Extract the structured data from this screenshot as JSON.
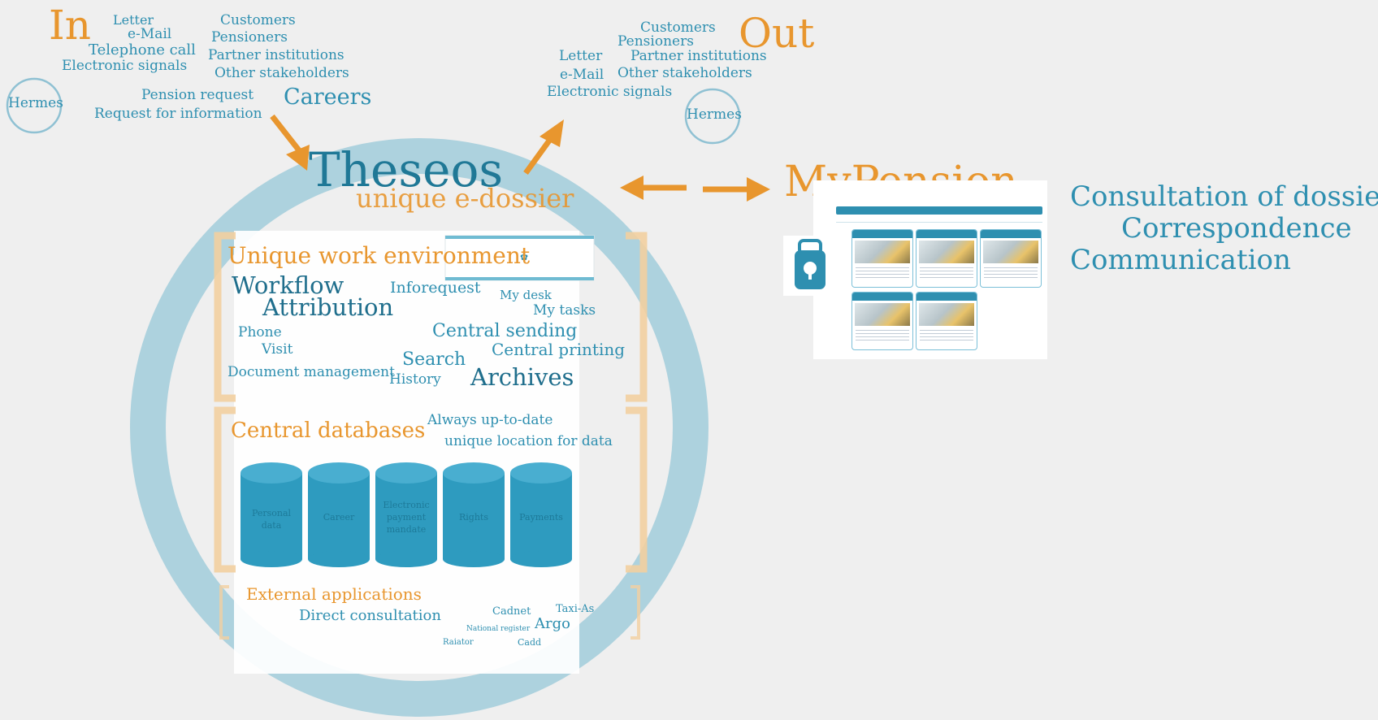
{
  "in_section": {
    "title": "In",
    "channels": [
      "Letter",
      "e-Mail",
      "Telephone call",
      "Electronic signals"
    ],
    "senders": [
      "Customers",
      "Pensioners",
      "Partner institutions",
      "Other stakeholders"
    ],
    "requests": [
      "Pension request",
      "Request for information"
    ],
    "careers": "Careers",
    "hermes": "Hermes"
  },
  "out_section": {
    "title": "Out",
    "recipients": [
      "Customers",
      "Pensioners",
      "Partner institutions",
      "Other stakeholders"
    ],
    "channels": [
      "Letter",
      "e-Mail",
      "Electronic signals"
    ],
    "hermes": "Hermes"
  },
  "theseos": {
    "title": "Theseos",
    "subtitle": "unique e-dossier"
  },
  "work_env": {
    "heading": "Unique work environment",
    "terms": {
      "workflow": "Workflow",
      "attribution": "Attribution",
      "inforequest": "Inforequest",
      "my_desk": "My desk",
      "my_tasks": "My tasks",
      "phone": "Phone",
      "visit": "Visit",
      "central_sending": "Central sending",
      "central_printing": "Central printing",
      "search": "Search",
      "history": "History",
      "document_management": "Document management",
      "archives": "Archives"
    }
  },
  "databases": {
    "heading": "Central databases",
    "note1": "Always up-to-date",
    "note2": "unique location for data",
    "items": [
      "Personal data",
      "Career",
      "Electronic payment mandate",
      "Rights",
      "Payments"
    ]
  },
  "external": {
    "heading": "External applications",
    "direct": "Direct consultation",
    "apps": {
      "cadnet": "Cadnet",
      "taxi": "Taxi-As",
      "national_register": "National register",
      "argo": "Argo",
      "raiator": "Raiator",
      "cadd": "Cadd"
    }
  },
  "mypension": {
    "title": "MyPension",
    "features": [
      "Consultation of dossier",
      "Correspondence",
      "Communication"
    ]
  },
  "colors": {
    "orange": "#e8962e",
    "blue": "#2e8fb0",
    "ring": "#9cc9d6"
  }
}
